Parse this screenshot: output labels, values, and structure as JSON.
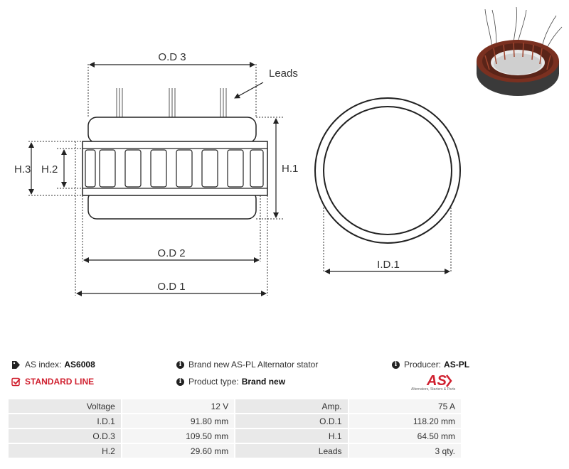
{
  "drawing": {
    "labels": {
      "od3": "O.D 3",
      "od2": "O.D 2",
      "od1": "O.D 1",
      "h1": "H.1",
      "h2": "H.2",
      "h3": "H.3",
      "id1": "I.D.1",
      "leads": "Leads"
    }
  },
  "info": {
    "as_index_label": "AS index:",
    "as_index_value": "AS6008",
    "standard_line": "STANDARD LINE",
    "description": "Brand new AS-PL Alternator stator",
    "product_type_label": "Product type:",
    "product_type_value": "Brand new",
    "producer_label": "Producer:",
    "producer_value": "AS-PL",
    "logo_text": "AS",
    "logo_tagline": "Alternators, Starters & Parts"
  },
  "colors": {
    "accent_red": "#d0202f"
  },
  "specs": [
    {
      "label1": "Voltage",
      "value1": "12 V",
      "label2": "Amp.",
      "value2": "75 A"
    },
    {
      "label1": "I.D.1",
      "value1": "91.80 mm",
      "label2": "O.D.1",
      "value2": "118.20 mm"
    },
    {
      "label1": "O.D.3",
      "value1": "109.50 mm",
      "label2": "H.1",
      "value2": "64.50 mm"
    },
    {
      "label1": "H.2",
      "value1": "29.60 mm",
      "label2": "Leads",
      "value2": "3 qty."
    }
  ]
}
